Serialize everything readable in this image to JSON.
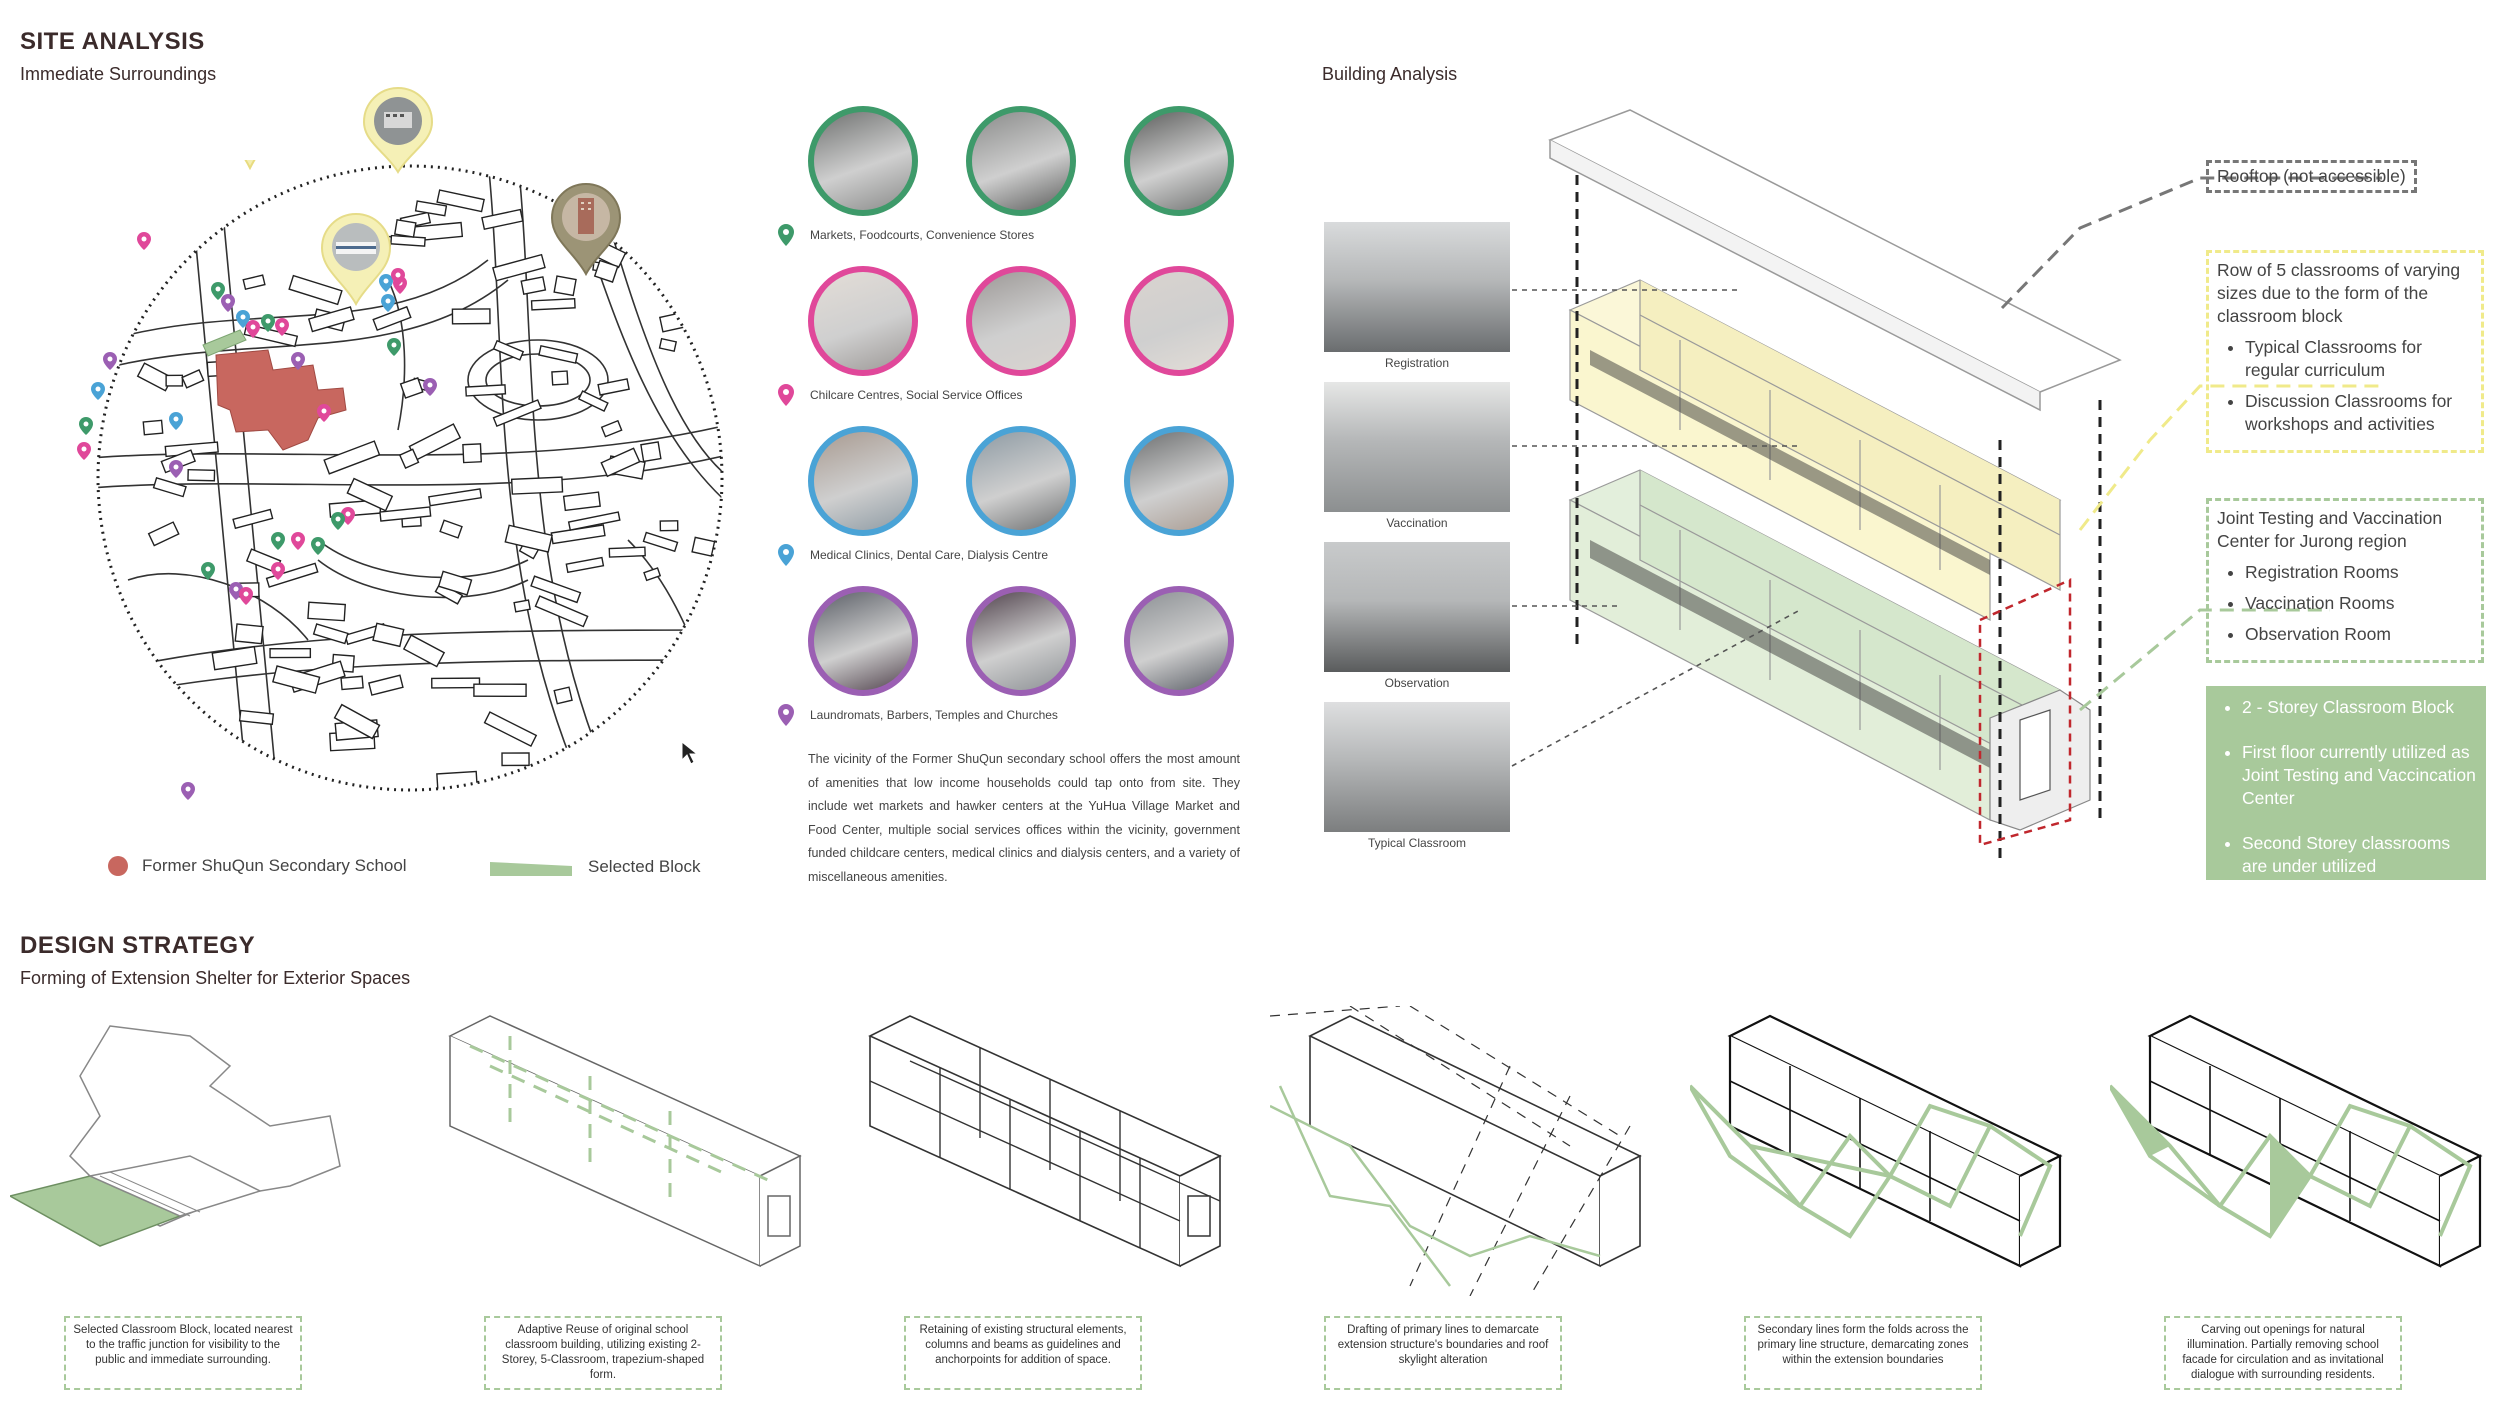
{
  "site_analysis": {
    "title": "SITE ANALYSIS",
    "subtitle": "Immediate Surroundings",
    "legend": [
      {
        "label": "Former ShuQun Secondary School",
        "color": "#c8675f"
      },
      {
        "label": "Selected Block",
        "color": "#a8c99b"
      }
    ]
  },
  "amenities": {
    "categories": [
      {
        "label": "Markets, Foodcourts, Convenience Stores",
        "color": "#3e9a6a"
      },
      {
        "label": "Chilcare Centres, Social Service Offices",
        "color": "#e0489a"
      },
      {
        "label": "Medical Clinics, Dental Care, Dialysis Centre",
        "color": "#4aa3d6"
      },
      {
        "label": "Laundromats, Barbers, Temples and Churches",
        "color": "#9b5fb3"
      }
    ],
    "description": "The vicinity of the Former ShuQun secondary school offers the most amount of amenities that low income households could tap onto from site. They include wet markets and hawker centers at the YuHua Village Market and Food Center, multiple social services offices within the vicinity, government funded childcare centers, medical clinics and dialysis centers, and a variety of miscellaneous amenities."
  },
  "building_analysis": {
    "title": "Building Analysis",
    "photos": [
      "Registration",
      "Vaccination",
      "Observation",
      "Typical Classroom"
    ],
    "rooftop_note": "Rooftop (not accessible)",
    "classroom_note": {
      "text": "Row of 5 classrooms of varying sizes due to the form of the classroom block",
      "items": [
        "Typical Classrooms for regular curriculum",
        "Discussion Classrooms for workshops and activities"
      ]
    },
    "center_note": {
      "text": "Joint Testing and Vaccination Center for Jurong region",
      "items": [
        "Registration Rooms",
        "Vaccination Rooms",
        "Observation Room"
      ]
    },
    "summary": [
      "2 - Storey Classroom Block",
      "First floor currently utilized as Joint Testing and Vaccincation Center",
      "Second Storey classrooms are under utilized"
    ]
  },
  "design_strategy": {
    "title": "DESIGN STRATEGY",
    "subtitle": "Forming of Extension Shelter for Exterior Spaces",
    "steps": [
      "Selected Classroom Block, located nearest to the traffic junction for visibility to the public and immediate surrounding.",
      "Adaptive Reuse of original school classroom building, utilizing existing 2-Storey, 5-Classroom, trapezium-shaped form.",
      "Retaining of existing structural elements, columns and beams as guidelines and anchorpoints for addition of space.",
      "Drafting of primary lines to demarcate extension structure's boundaries and roof skylight alteration",
      "Secondary lines form the folds across the primary line structure, demarcating zones within the extension boundaries",
      "Carving out openings for natural illumination. Partially removing school facade for circulation and as invitational dialogue with surrounding residents."
    ]
  },
  "colors": {
    "markets": "#3e9a6a",
    "childcare": "#e0489a",
    "medical": "#4aa3d6",
    "misc": "#9b5fb3",
    "green": "#a8c99b",
    "school": "#c8675f"
  }
}
